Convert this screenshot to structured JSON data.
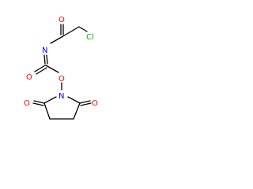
{
  "structure": {
    "atom_labels": {
      "o_amide": "O",
      "cl": "Cl",
      "n_amide": "N",
      "o_carbonyl": "O",
      "o_ester": "O",
      "n_ring": "N",
      "o_ring_left": "O",
      "o_ring_right": "O"
    },
    "colors": {
      "bond": "#000000",
      "oxygen": "#ff0000",
      "nitrogen": "#0000ff",
      "chlorine": "#00b000",
      "background": "#ffffff"
    }
  }
}
